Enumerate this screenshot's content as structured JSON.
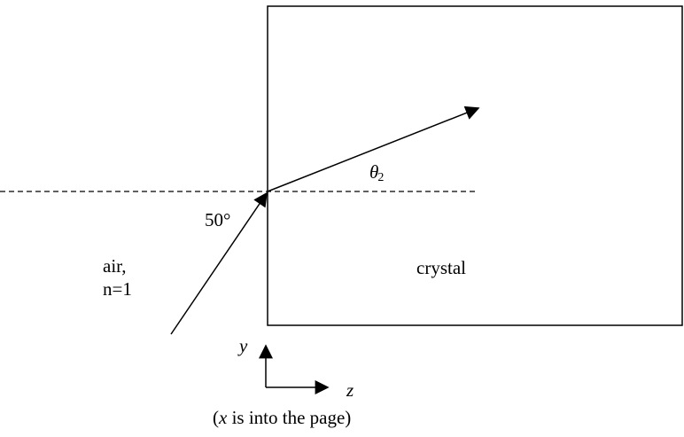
{
  "labels": {
    "incident_angle": "50°",
    "theta_symbol": "θ",
    "theta_subscript": "2",
    "medium_name": "air,",
    "medium_index": "n=1",
    "crystal": "crystal",
    "axis_y": "y",
    "axis_z": "z",
    "axis_note_open": "(",
    "axis_note_x": "x",
    "axis_note_rest": " is into the page)"
  },
  "colors": {
    "ink": "#000000",
    "background": "#ffffff"
  }
}
